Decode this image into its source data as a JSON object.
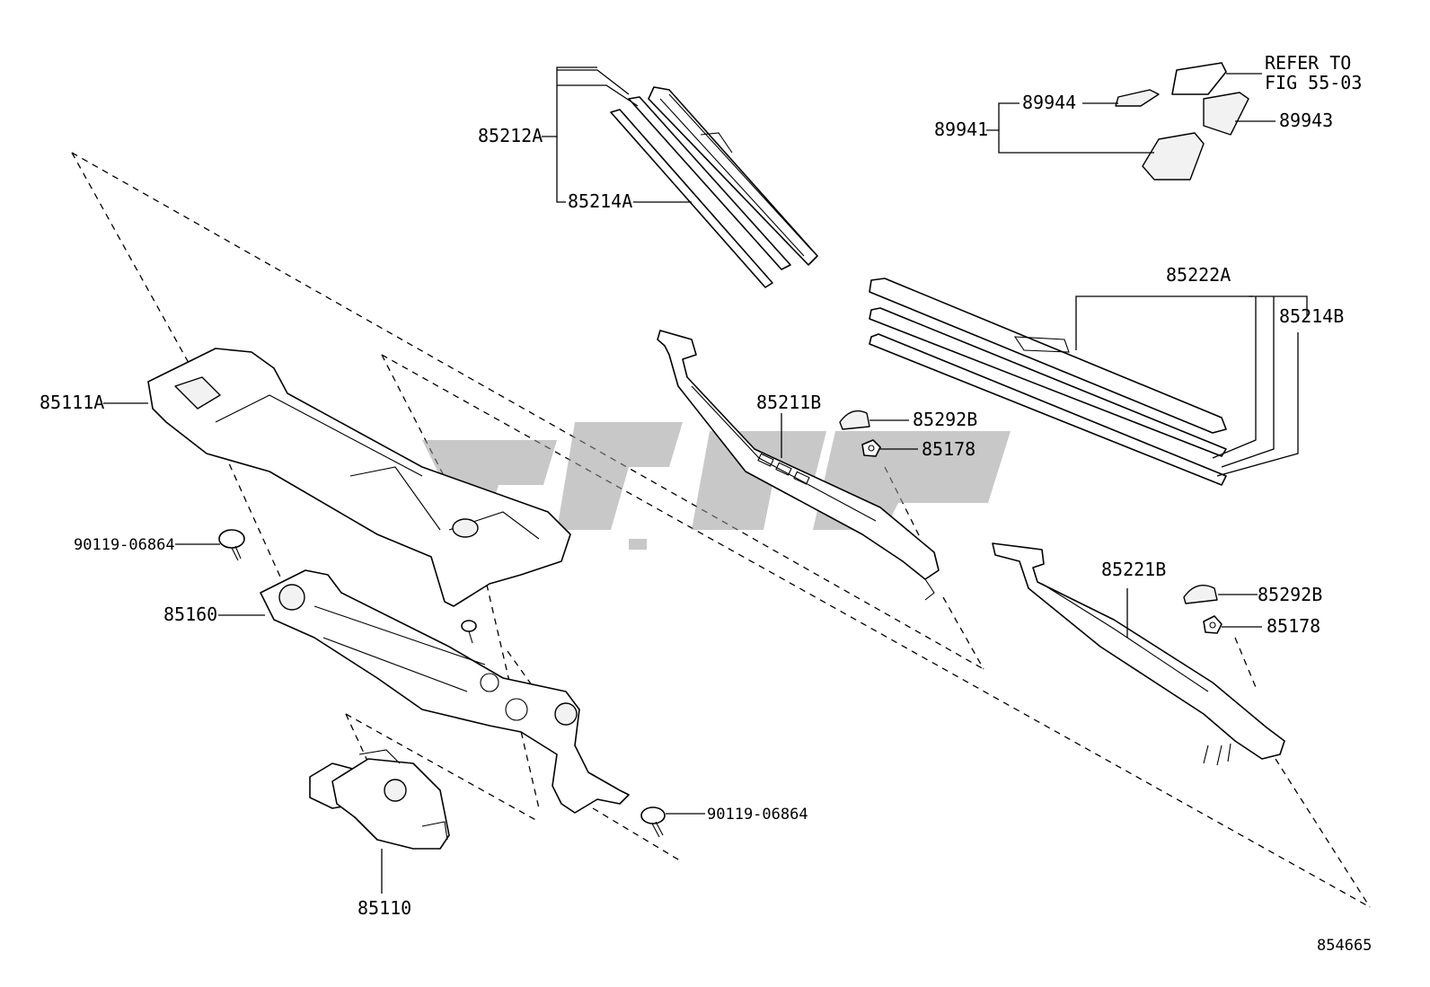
{
  "diagram_id": "854665",
  "refer": {
    "line1": "REFER TO",
    "line2": "FIG 55-03"
  },
  "labels": {
    "p85212A": "85212A",
    "p85214A": "85214A",
    "p89944": "89944",
    "p89941": "89941",
    "p89943": "89943",
    "p85222A": "85222A",
    "p85214B": "85214B",
    "p85111A": "85111A",
    "p85211B": "85211B",
    "p85292B_1": "85292B",
    "p85178_1": "85178",
    "p90119_1": "90119-06864",
    "p85160": "85160",
    "p85221B": "85221B",
    "p85292B_2": "85292B",
    "p85178_2": "85178",
    "p90119_2": "90119-06864",
    "p85110": "85110"
  }
}
